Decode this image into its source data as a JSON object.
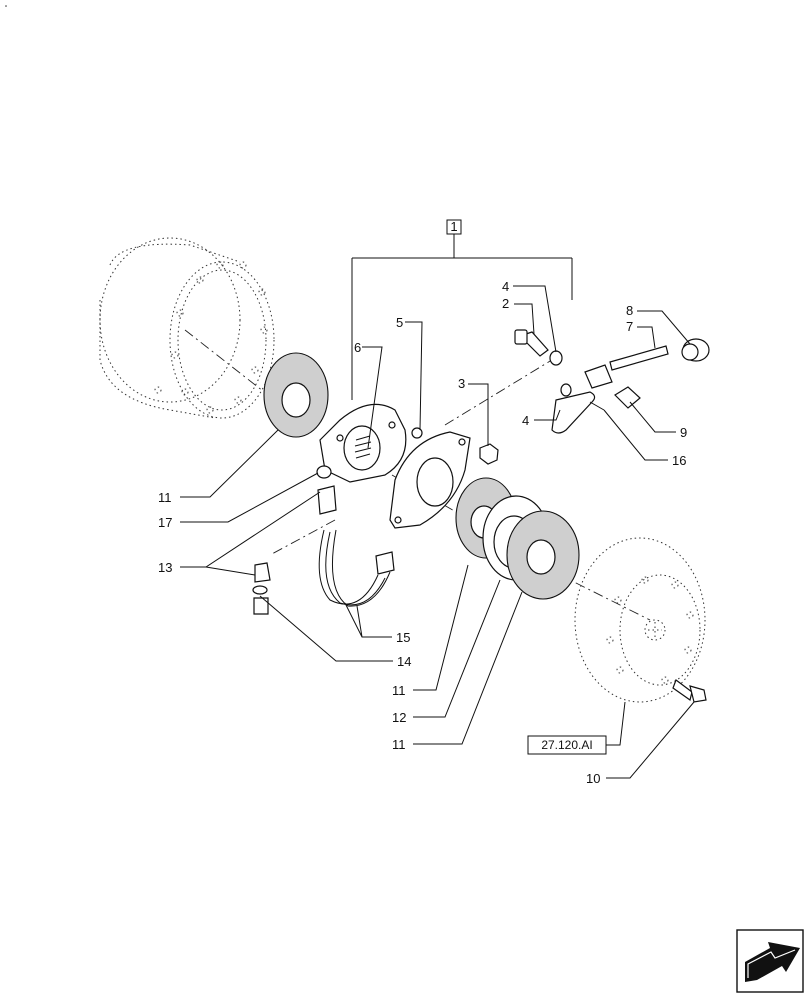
{
  "assembly_box": "1",
  "callouts": {
    "c2": "2",
    "c3": "3",
    "c4a": "4",
    "c4b": "4",
    "c5": "5",
    "c6": "6",
    "c7": "7",
    "c8": "8",
    "c9": "9",
    "c10": "10",
    "c11a": "11",
    "c11b": "11",
    "c11c": "11",
    "c12": "12",
    "c13": "13",
    "c14": "14",
    "c15": "15",
    "c16": "16",
    "c17": "17"
  },
  "reference_box": "27.120.AI",
  "nav_icon": "next-page-arrow-icon"
}
